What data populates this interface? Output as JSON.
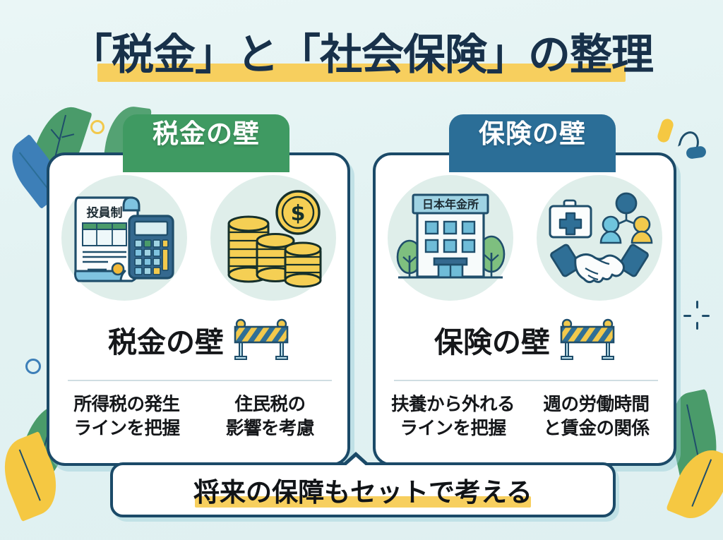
{
  "page": {
    "title": "「税金」と「社会保険」の整理",
    "background_color": "#e3f3f3",
    "highlight_color": "#f7cf5e",
    "border_color": "#1b4a68"
  },
  "cards": [
    {
      "id": "tax",
      "tab_label": "税金の壁",
      "tab_color": "#3f9a62",
      "heading": "税金の壁",
      "heading_icon": "road-barrier-icon",
      "icons": [
        {
          "name": "tax-document-calculator-icon",
          "document_label": "投員制"
        },
        {
          "name": "coin-stacks-icon",
          "coin_symbol": "$"
        }
      ],
      "points": [
        "所得税の発生\nラインを把握",
        "住民税の\n影響を考慮"
      ]
    },
    {
      "id": "insurance",
      "tab_label": "保険の壁",
      "tab_color": "#2b6e97",
      "heading": "保険の壁",
      "heading_icon": "road-barrier-icon",
      "icons": [
        {
          "name": "pension-office-building-icon",
          "building_sign": "日本年金所"
        },
        {
          "name": "medical-kit-people-handshake-icon",
          "cross_symbol": "+"
        }
      ],
      "points": [
        "扶養から外れる\nラインを把握",
        "週の労働時間\nと賃金の関係"
      ]
    }
  ],
  "banner": {
    "text": "将来の保障もセットで考える",
    "highlight_color": "#f7cf5e"
  },
  "decorations": {
    "leaf_green": "#4a9b6a",
    "leaf_blue": "#3d7fb8",
    "leaf_yellow": "#f5c842",
    "ring_yellow": "#f2c94c",
    "ring_blue": "#3d7fb8",
    "pill_yellow": "#f5c842",
    "pill_blue": "#2b6e97"
  }
}
